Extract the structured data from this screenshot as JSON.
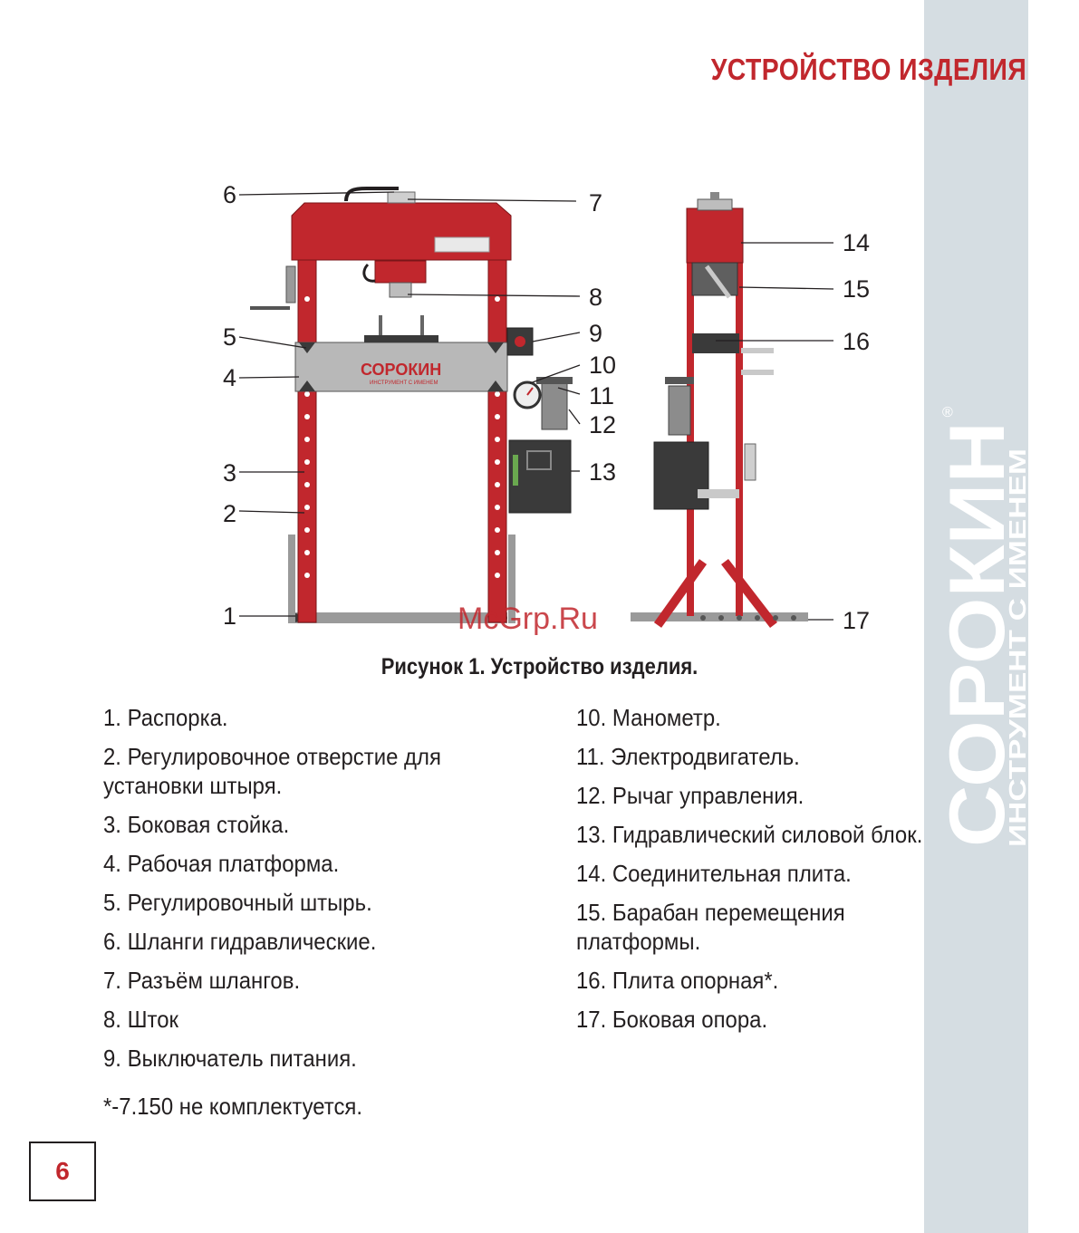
{
  "header": {
    "title": "УСТРОЙСТВО ИЗДЕЛИЯ"
  },
  "brand": {
    "logo_text": "СОРОКИН",
    "tagline": "ИНСТРУМЕНТ С ИМЕНЕМ",
    "registered": "®"
  },
  "figure": {
    "caption": "Рисунок 1. Устройство изделия.",
    "callouts": [
      "1",
      "2",
      "3",
      "4",
      "5",
      "6",
      "7",
      "8",
      "9",
      "10",
      "11",
      "12",
      "13",
      "14",
      "15",
      "16",
      "17"
    ],
    "platform_logo": "СОРОКИН",
    "platform_tagline": "ИНСТРУМЕНТ С ИМЕНЕМ"
  },
  "watermark": "McGrp.Ru",
  "parts_left": [
    "1. Распорка.",
    "2. Регулировочное отверстие для установки штыря.",
    "3. Боковая стойка.",
    "4. Рабочая платформа.",
    "5. Регулировочный штырь.",
    "6. Шланги гидравлические.",
    "7. Разъём шлангов.",
    "8. Шток",
    "9. Выключатель питания."
  ],
  "parts_right": [
    "10. Манометр.",
    "11. Электродвигатель.",
    "12. Рычаг управления.",
    "13. Гидравлический силовой блок.",
    "14. Соединительная плита.",
    "15. Барабан перемещения платформы.",
    "16. Плита опорная*.",
    "17. Боковая опора."
  ],
  "footnote": "*-7.150 не комплектуется.",
  "page_number": "6",
  "colors": {
    "accent": "#c1272d",
    "strip": "#d5dde2",
    "steel": "#9a9a9a",
    "dark": "#3a3a3a"
  }
}
